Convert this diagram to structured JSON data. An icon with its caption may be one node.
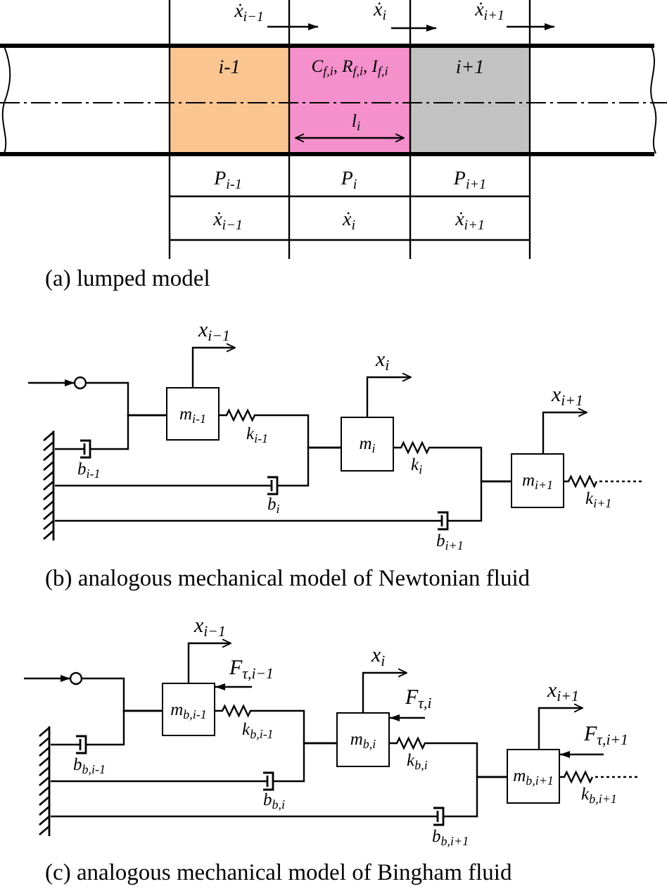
{
  "diagram": {
    "nodes": [
      {
        "text": [
          "i-1"
        ]
      },
      {
        "text": [
          "C$_{f,i}$, R$_{f,i}$, I$_{f,i}$",
          "l$_{i}$"
        ]
      },
      {
        "text": [
          "i+1"
        ]
      },
      {
        "text": [],
        "shape": "circle"
      },
      {
        "text": [
          "m$_{i-1}$"
        ],
        "beside": [
          "x$_{i−1}$"
        ]
      },
      {
        "text": [
          "m$_{i}$"
        ],
        "beside": [
          "x$_{i}$"
        ]
      },
      {
        "text": [
          "m$_{i+1}$"
        ],
        "beside": [
          "x$_{i+1}$"
        ]
      },
      {
        "text": [],
        "shape": "wall"
      },
      {
        "text": [],
        "shape": "circle"
      },
      {
        "text": [
          "m$_{b,i-1}$"
        ],
        "beside": [
          "x$_{i−1}$",
          "F$_{τ,i−1}$"
        ]
      },
      {
        "text": [
          "m$_{b,i}$"
        ],
        "beside": [
          "x$_{i}$",
          "F$_{τ,i}$"
        ]
      },
      {
        "text": [
          "m$_{b,i+1}$"
        ],
        "beside": [
          "x$_{i+1}$",
          "F$_{τ,i+1}$"
        ]
      },
      {
        "text": [],
        "shape": "wall"
      }
    ],
    "edges": [
      {
        "from": null,
        "to": 3,
        "arrow": "to"
      },
      {
        "from": 3,
        "to": 4,
        "arrow": "none"
      },
      {
        "from": 7,
        "to": 4,
        "arrow": "none",
        "label": "b$_{i-1}$"
      },
      {
        "from": 4,
        "to": 5,
        "arrow": "none",
        "label": "k$_{i-1}$"
      },
      {
        "from": 7,
        "to": 5,
        "arrow": "none",
        "label": "b$_{i}$"
      },
      {
        "from": 5,
        "to": 6,
        "arrow": "none",
        "label": "k$_{i}$"
      },
      {
        "from": 7,
        "to": 6,
        "arrow": "none",
        "label": "b$_{i+1}$"
      },
      {
        "from": 6,
        "to": null,
        "arrow": "none",
        "label": "k$_{i+1}$",
        "style": "dashed"
      },
      {
        "from": null,
        "to": 8,
        "arrow": "to"
      },
      {
        "from": 8,
        "to": 9,
        "arrow": "none"
      },
      {
        "from": 12,
        "to": 9,
        "arrow": "none",
        "label": "b$_{b,i-1}$"
      },
      {
        "from": 9,
        "to": 10,
        "arrow": "none",
        "label": "k$_{b,i-1}$"
      },
      {
        "from": 12,
        "to": 10,
        "arrow": "none",
        "label": "b$_{b,i}$"
      },
      {
        "from": 10,
        "to": 11,
        "arrow": "none",
        "label": "k$_{b,i}$"
      },
      {
        "from": 12,
        "to": 11,
        "arrow": "none",
        "label": "b$_{b,i+1}$"
      },
      {
        "from": 11,
        "to": null,
        "arrow": "none",
        "label": "k$_{b,i+1}$",
        "style": "dashed"
      }
    ],
    "labels": [
      "ẋ$_{i−1}$",
      "ẋ$_{i}$",
      "ẋ$_{i+1}$",
      "P$_{i-1}$",
      "P$_{i}$",
      "P$_{i+1}$",
      "ẋ$_{i−1}$",
      "ẋ$_{i}$",
      "ẋ$_{i+1}$",
      "(a) lumped model",
      "(b) analogous mechanical model of Newtonian fluid",
      "(c) analogous mechanical model of Bingham fluid"
    ]
  }
}
